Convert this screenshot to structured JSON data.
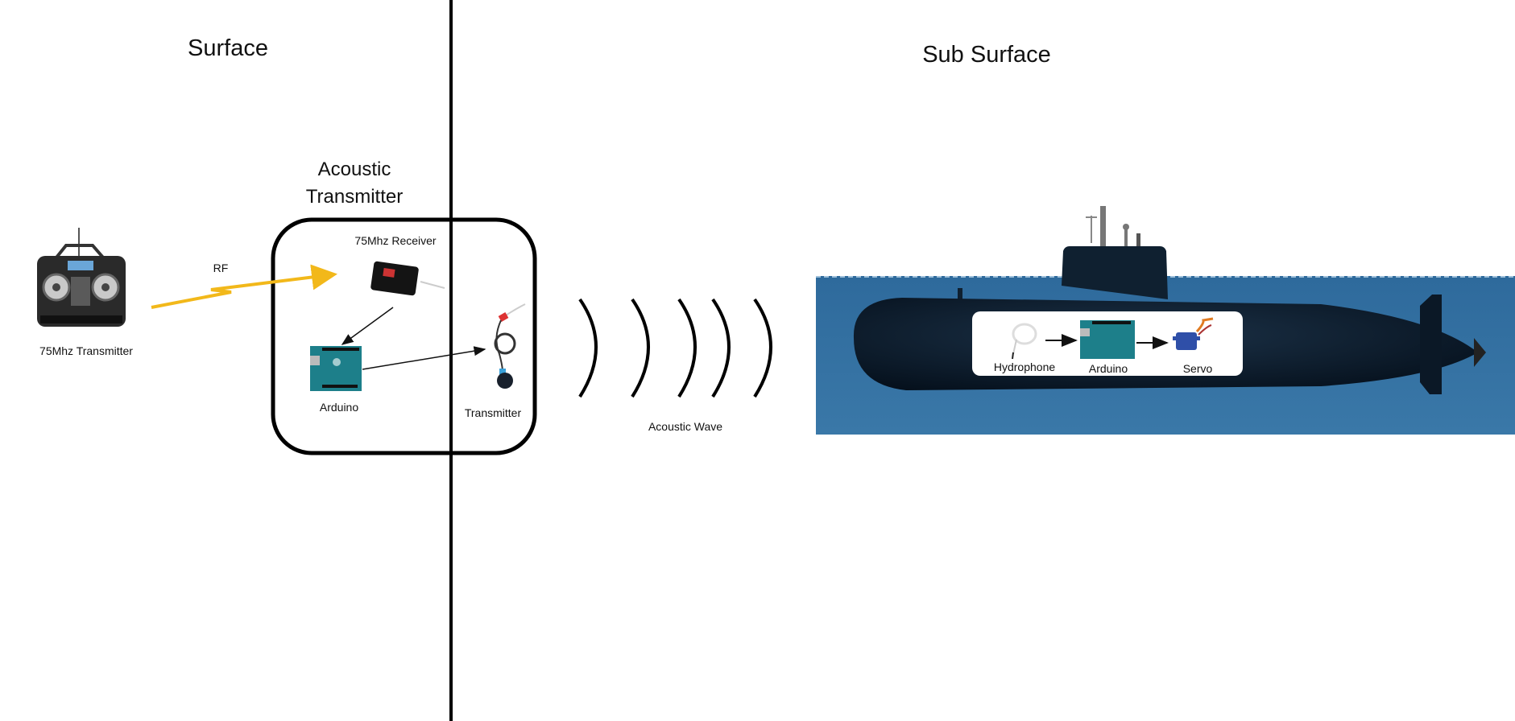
{
  "regions": {
    "surface": "Surface",
    "sub_surface": "Sub Surface"
  },
  "acoustic_transmitter": {
    "title_line1": "Acoustic",
    "title_line2": "Transmitter",
    "receiver_label": "75Mhz Receiver",
    "arduino_label": "Arduino",
    "transmitter_label": "Transmitter"
  },
  "rc_transmitter": {
    "label": "75Mhz Transmitter",
    "link_label": "RF"
  },
  "acoustic_wave": {
    "label": "Acoustic Wave",
    "wave_count": 5
  },
  "submarine": {
    "hydrophone_label": "Hydrophone",
    "arduino_label": "Arduino",
    "servo_label": "Servo"
  },
  "colors": {
    "rf_link": "#f2b81a",
    "water": "#2f6a9b",
    "hull": "#0c1a2a",
    "arduino": "#1d7f8a"
  }
}
